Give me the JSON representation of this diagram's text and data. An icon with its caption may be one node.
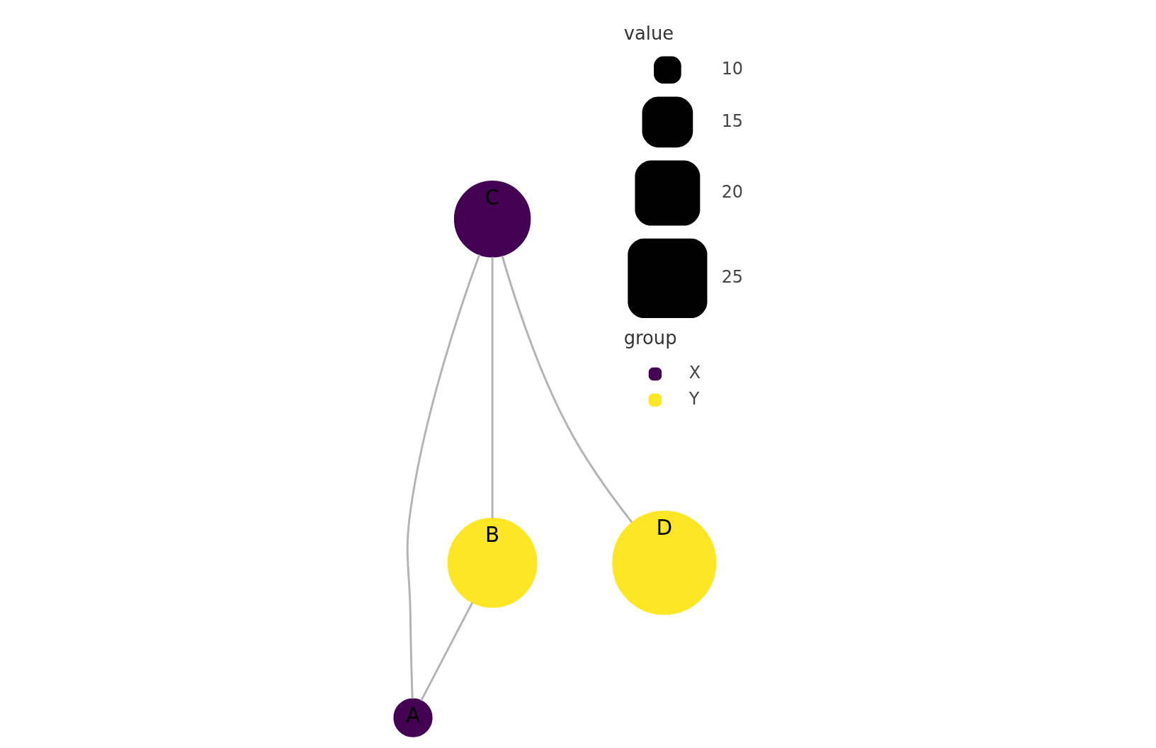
{
  "diagram": {
    "nodes": [
      {
        "text": [
          "A"
        ]
      },
      {
        "text": [
          "B"
        ]
      },
      {
        "text": [
          "C"
        ]
      },
      {
        "text": [
          "D"
        ]
      }
    ],
    "edges": [
      {
        "from": 2,
        "to": 1,
        "arrow": "none"
      },
      {
        "from": 1,
        "to": 0,
        "arrow": "none"
      },
      {
        "from": 2,
        "to": 3,
        "arrow": "none"
      },
      {
        "from": 2,
        "to": 0,
        "arrow": "none"
      }
    ],
    "labels": [
      "value",
      "group"
    ],
    "legend": [
      {
        "text": "10"
      },
      {
        "text": "15"
      },
      {
        "text": "20"
      },
      {
        "text": "25"
      },
      {
        "text": "X",
        "color": "#440154"
      },
      {
        "text": "Y",
        "color": "#fde725"
      }
    ]
  }
}
